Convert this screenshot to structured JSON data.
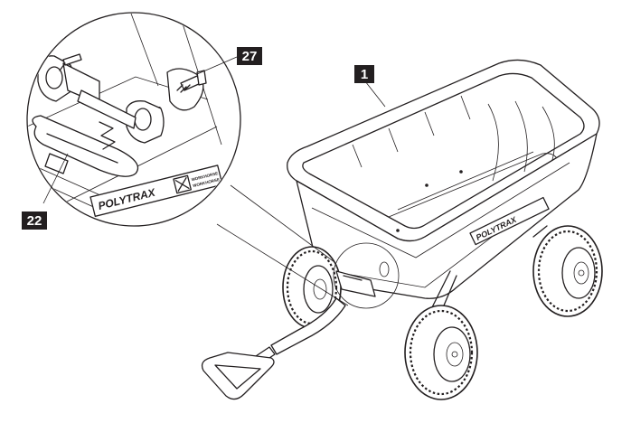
{
  "callouts": [
    {
      "id": "tub",
      "label": "1"
    },
    {
      "id": "pivot-pin",
      "label": "22"
    },
    {
      "id": "bolt",
      "label": "27"
    }
  ],
  "brand": {
    "name": "POLYTRAX",
    "tag": "WORKHORSE"
  },
  "colors": {
    "ink": "#231f20",
    "paper": "#ffffff"
  }
}
